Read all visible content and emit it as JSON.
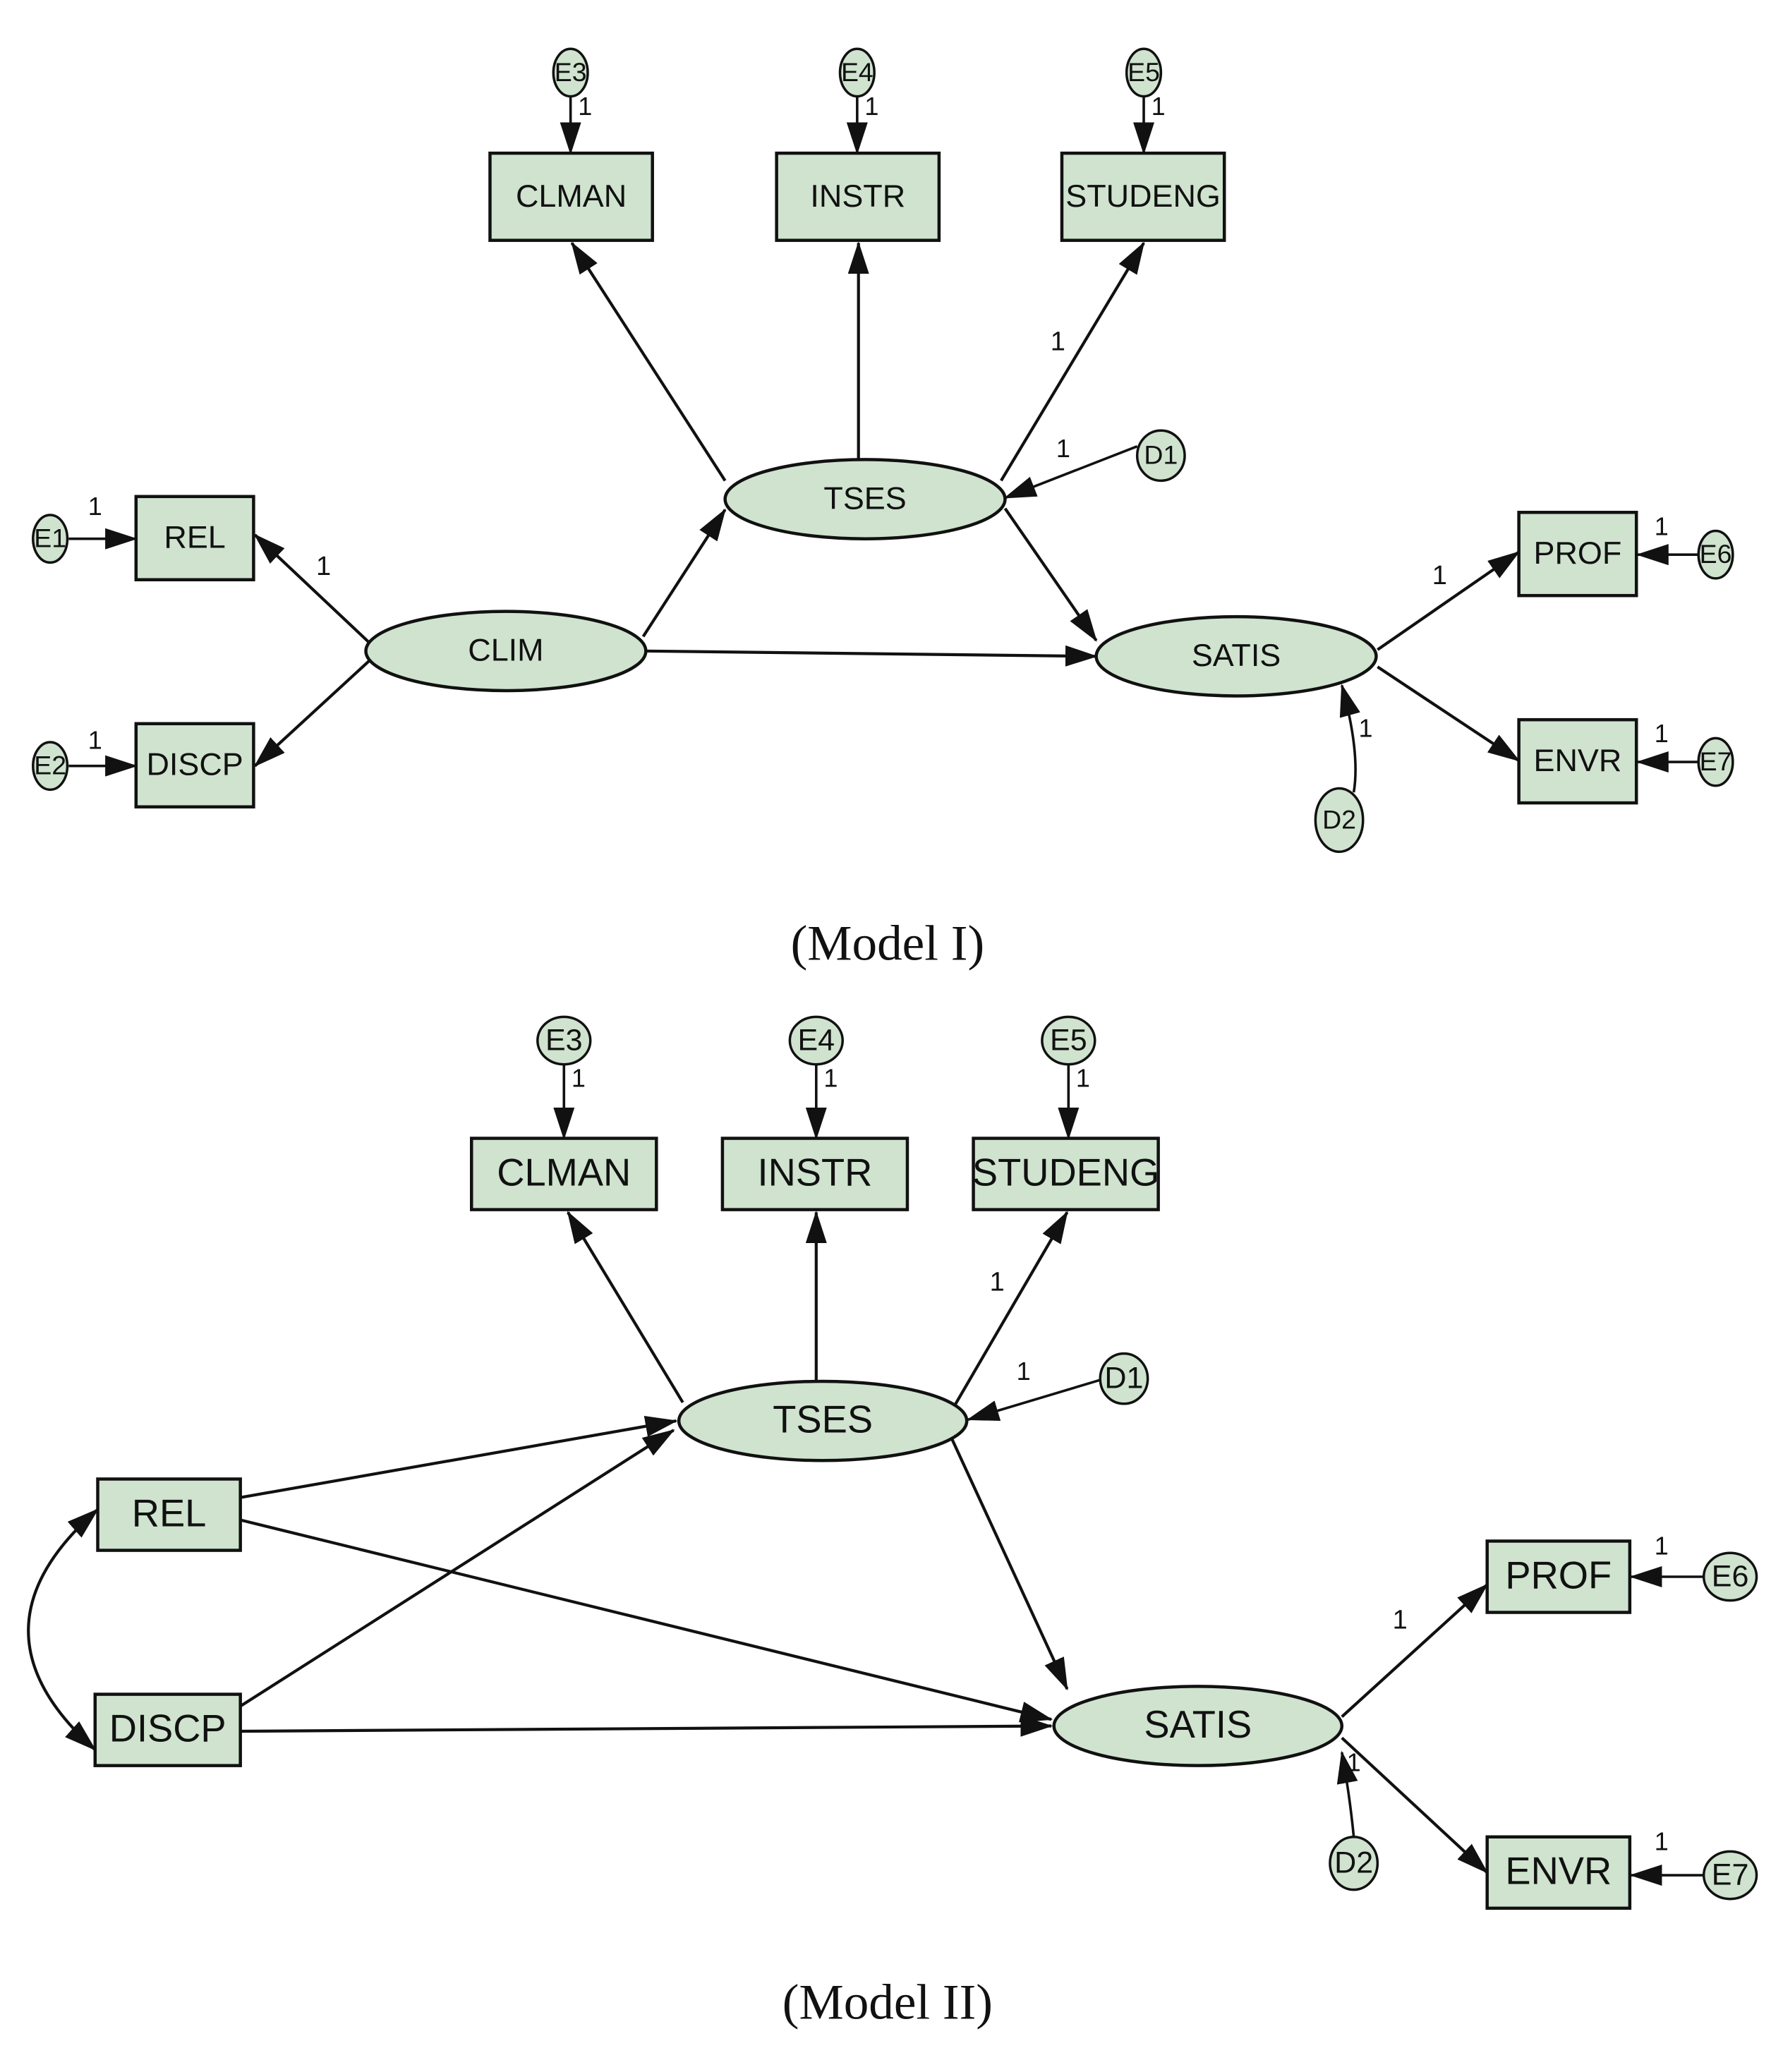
{
  "colors": {
    "node_fill": "#cfe3cf",
    "stroke": "#111111",
    "background": "#ffffff"
  },
  "models": [
    {
      "caption": "(Model I)",
      "nodes": {
        "CLMAN": {
          "label": "CLMAN",
          "kind": "observed"
        },
        "INSTR": {
          "label": "INSTR",
          "kind": "observed"
        },
        "STUDENG": {
          "label": "STUDENG",
          "kind": "observed"
        },
        "REL": {
          "label": "REL",
          "kind": "observed"
        },
        "DISCP": {
          "label": "DISCP",
          "kind": "observed"
        },
        "PROF": {
          "label": "PROF",
          "kind": "observed"
        },
        "ENVR": {
          "label": "ENVR",
          "kind": "observed"
        },
        "TSES": {
          "label": "TSES",
          "kind": "latent"
        },
        "CLIM": {
          "label": "CLIM",
          "kind": "latent"
        },
        "SATIS": {
          "label": "SATIS",
          "kind": "latent"
        },
        "E1": {
          "label": "E1",
          "kind": "error"
        },
        "E2": {
          "label": "E2",
          "kind": "error"
        },
        "E3": {
          "label": "E3",
          "kind": "error"
        },
        "E4": {
          "label": "E4",
          "kind": "error"
        },
        "E5": {
          "label": "E5",
          "kind": "error"
        },
        "E6": {
          "label": "E6",
          "kind": "error"
        },
        "E7": {
          "label": "E7",
          "kind": "error"
        },
        "D1": {
          "label": "D1",
          "kind": "error"
        },
        "D2": {
          "label": "D2",
          "kind": "error"
        }
      },
      "paths": [
        {
          "from": "E3",
          "to": "CLMAN",
          "weight": "1"
        },
        {
          "from": "E4",
          "to": "INSTR",
          "weight": "1"
        },
        {
          "from": "E5",
          "to": "STUDENG",
          "weight": "1"
        },
        {
          "from": "TSES",
          "to": "CLMAN",
          "weight": ""
        },
        {
          "from": "TSES",
          "to": "INSTR",
          "weight": ""
        },
        {
          "from": "TSES",
          "to": "STUDENG",
          "weight": "1"
        },
        {
          "from": "D1",
          "to": "TSES",
          "weight": "1"
        },
        {
          "from": "E1",
          "to": "REL",
          "weight": "1"
        },
        {
          "from": "E2",
          "to": "DISCP",
          "weight": "1"
        },
        {
          "from": "CLIM",
          "to": "REL",
          "weight": "1"
        },
        {
          "from": "CLIM",
          "to": "DISCP",
          "weight": ""
        },
        {
          "from": "CLIM",
          "to": "TSES",
          "weight": ""
        },
        {
          "from": "CLIM",
          "to": "SATIS",
          "weight": ""
        },
        {
          "from": "TSES",
          "to": "SATIS",
          "weight": ""
        },
        {
          "from": "SATIS",
          "to": "PROF",
          "weight": "1"
        },
        {
          "from": "SATIS",
          "to": "ENVR",
          "weight": ""
        },
        {
          "from": "E6",
          "to": "PROF",
          "weight": "1"
        },
        {
          "from": "E7",
          "to": "ENVR",
          "weight": "1"
        },
        {
          "from": "D2",
          "to": "SATIS",
          "weight": "1"
        }
      ],
      "covariances": []
    },
    {
      "caption": "(Model II)",
      "nodes": {
        "CLMAN": {
          "label": "CLMAN",
          "kind": "observed"
        },
        "INSTR": {
          "label": "INSTR",
          "kind": "observed"
        },
        "STUDENG": {
          "label": "STUDENG",
          "kind": "observed"
        },
        "REL": {
          "label": "REL",
          "kind": "observed"
        },
        "DISCP": {
          "label": "DISCP",
          "kind": "observed"
        },
        "PROF": {
          "label": "PROF",
          "kind": "observed"
        },
        "ENVR": {
          "label": "ENVR",
          "kind": "observed"
        },
        "TSES": {
          "label": "TSES",
          "kind": "latent"
        },
        "SATIS": {
          "label": "SATIS",
          "kind": "latent"
        },
        "E3": {
          "label": "E3",
          "kind": "error"
        },
        "E4": {
          "label": "E4",
          "kind": "error"
        },
        "E5": {
          "label": "E5",
          "kind": "error"
        },
        "E6": {
          "label": "E6",
          "kind": "error"
        },
        "E7": {
          "label": "E7",
          "kind": "error"
        },
        "D1": {
          "label": "D1",
          "kind": "error"
        },
        "D2": {
          "label": "D2",
          "kind": "error"
        }
      },
      "paths": [
        {
          "from": "E3",
          "to": "CLMAN",
          "weight": "1"
        },
        {
          "from": "E4",
          "to": "INSTR",
          "weight": "1"
        },
        {
          "from": "E5",
          "to": "STUDENG",
          "weight": "1"
        },
        {
          "from": "TSES",
          "to": "CLMAN",
          "weight": ""
        },
        {
          "from": "TSES",
          "to": "INSTR",
          "weight": ""
        },
        {
          "from": "TSES",
          "to": "STUDENG",
          "weight": "1"
        },
        {
          "from": "D1",
          "to": "TSES",
          "weight": "1"
        },
        {
          "from": "REL",
          "to": "TSES",
          "weight": ""
        },
        {
          "from": "DISCP",
          "to": "TSES",
          "weight": ""
        },
        {
          "from": "REL",
          "to": "SATIS",
          "weight": ""
        },
        {
          "from": "DISCP",
          "to": "SATIS",
          "weight": ""
        },
        {
          "from": "TSES",
          "to": "SATIS",
          "weight": ""
        },
        {
          "from": "SATIS",
          "to": "PROF",
          "weight": "1"
        },
        {
          "from": "SATIS",
          "to": "ENVR",
          "weight": ""
        },
        {
          "from": "E6",
          "to": "PROF",
          "weight": "1"
        },
        {
          "from": "E7",
          "to": "ENVR",
          "weight": "1"
        },
        {
          "from": "D2",
          "to": "SATIS",
          "weight": "1"
        }
      ],
      "covariances": [
        {
          "between": [
            "REL",
            "DISCP"
          ]
        }
      ]
    }
  ]
}
